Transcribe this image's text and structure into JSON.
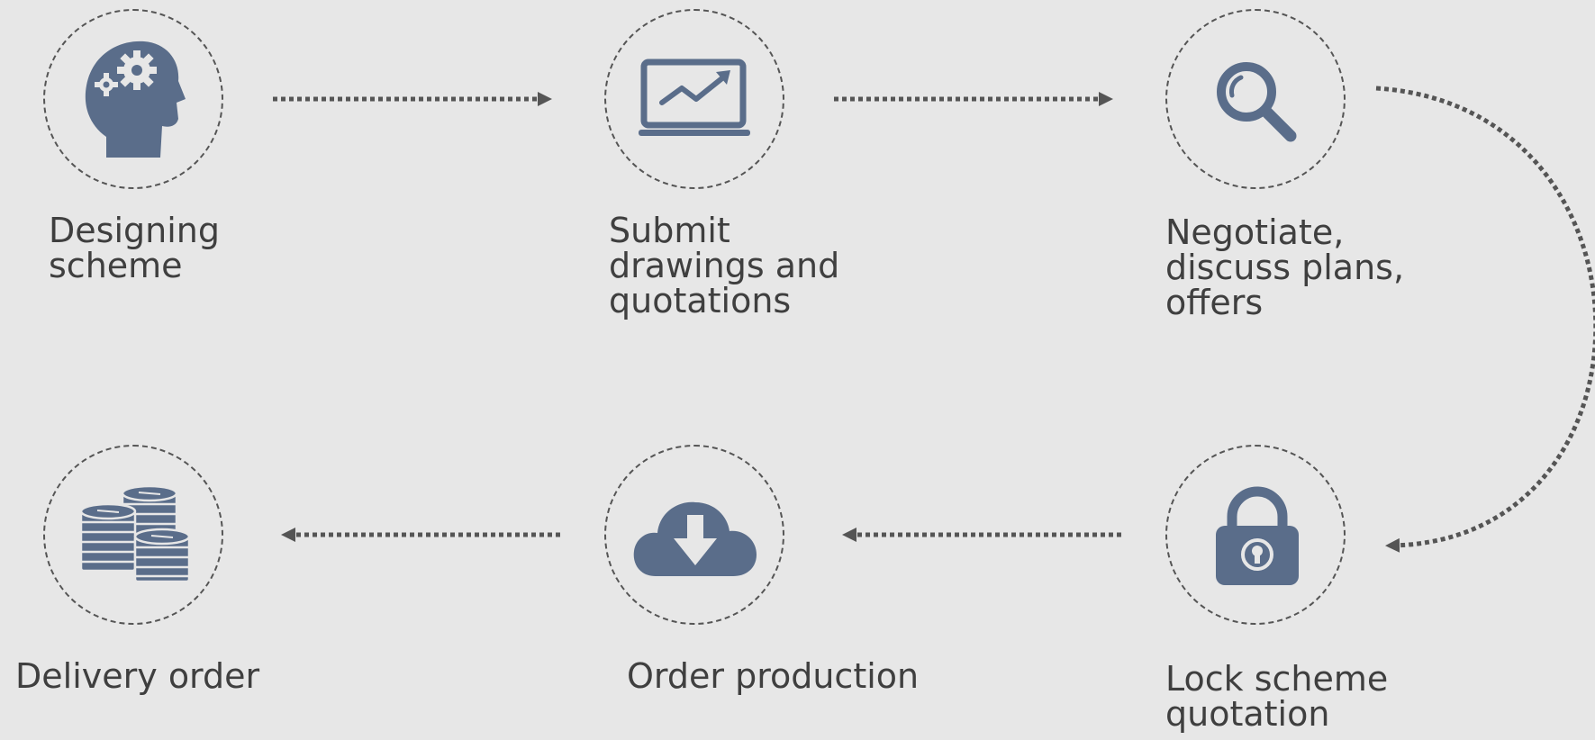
{
  "steps": [
    {
      "label": "Designing\nscheme",
      "icon": "head-gears-icon"
    },
    {
      "label": "Submit\ndrawings and\nquotations",
      "icon": "laptop-chart-icon"
    },
    {
      "label": "Negotiate,\ndiscuss plans,\noffers",
      "icon": "magnifier-icon"
    },
    {
      "label": "Lock scheme\nquotation",
      "icon": "padlock-icon"
    },
    {
      "label": "Order production",
      "icon": "cloud-download-icon"
    },
    {
      "label": "Delivery order",
      "icon": "coins-icon"
    }
  ],
  "colors": {
    "background": "#e7e7e7",
    "icon": "#5a6d8a",
    "connector": "#555555",
    "circle_border": "#555555",
    "text": "#3f3f3f"
  }
}
